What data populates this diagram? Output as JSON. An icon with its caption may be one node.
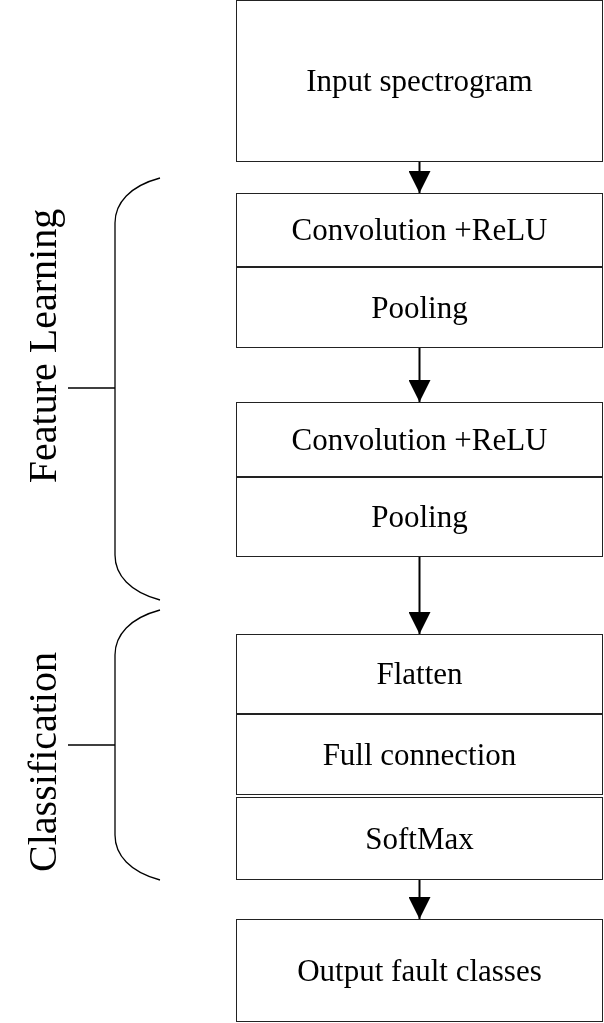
{
  "diagram": {
    "nodes": [
      {
        "text": [
          "Input spectrogram"
        ]
      },
      {
        "text": [
          "Convolution +ReLU"
        ]
      },
      {
        "text": [
          "Pooling"
        ]
      },
      {
        "text": [
          "Convolution +ReLU"
        ]
      },
      {
        "text": [
          "Pooling"
        ]
      },
      {
        "text": [
          "Flatten"
        ]
      },
      {
        "text": [
          "Full connection"
        ]
      },
      {
        "text": [
          "SoftMax"
        ]
      },
      {
        "text": [
          "Output fault classes"
        ]
      }
    ],
    "edges": [
      {
        "from": 0,
        "to": 1,
        "arrow": "to"
      },
      {
        "from": 2,
        "to": 3,
        "arrow": "to"
      },
      {
        "from": 4,
        "to": 5,
        "arrow": "to"
      },
      {
        "from": 7,
        "to": 8,
        "arrow": "to"
      }
    ],
    "labels": [
      "Feature Learning",
      "Classification"
    ]
  }
}
